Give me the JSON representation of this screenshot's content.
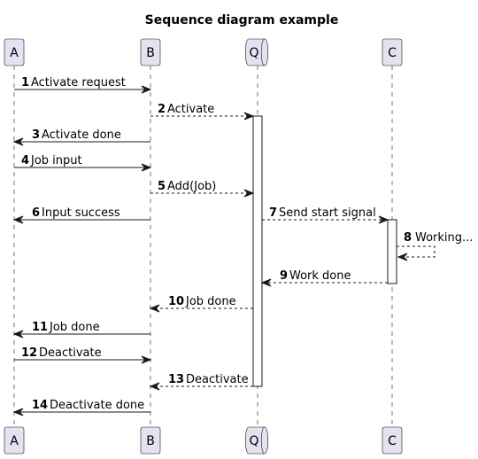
{
  "diagram": {
    "title": "Sequence diagram example",
    "participants": [
      {
        "id": "A",
        "label": "A",
        "shape": "box"
      },
      {
        "id": "B",
        "label": "B",
        "shape": "box"
      },
      {
        "id": "Q",
        "label": "Q",
        "shape": "queue"
      },
      {
        "id": "C",
        "label": "C",
        "shape": "box"
      }
    ],
    "messages": [
      {
        "number": "1",
        "text": "Activate request",
        "from": "A",
        "to": "B",
        "style": "solid"
      },
      {
        "number": "2",
        "text": "Activate",
        "from": "B",
        "to": "Q",
        "style": "dashed"
      },
      {
        "number": "3",
        "text": "Activate done",
        "from": "B",
        "to": "A",
        "style": "solid"
      },
      {
        "number": "4",
        "text": "Job input",
        "from": "A",
        "to": "B",
        "style": "solid"
      },
      {
        "number": "5",
        "text": "Add(Job)",
        "from": "B",
        "to": "Q",
        "style": "dashed"
      },
      {
        "number": "6",
        "text": "Input success",
        "from": "B",
        "to": "A",
        "style": "solid"
      },
      {
        "number": "7",
        "text": "Send start signal",
        "from": "Q",
        "to": "C",
        "style": "dashed"
      },
      {
        "number": "8",
        "text": "Working...",
        "from": "C",
        "to": "C",
        "style": "dashed"
      },
      {
        "number": "9",
        "text": "Work done",
        "from": "C",
        "to": "Q",
        "style": "dashed"
      },
      {
        "number": "10",
        "text": "Job done",
        "from": "Q",
        "to": "B",
        "style": "dashed"
      },
      {
        "number": "11",
        "text": "Job done",
        "from": "B",
        "to": "A",
        "style": "solid"
      },
      {
        "number": "12",
        "text": "Deactivate",
        "from": "A",
        "to": "B",
        "style": "solid"
      },
      {
        "number": "13",
        "text": "Deactivate",
        "from": "Q",
        "to": "B",
        "style": "dashed"
      },
      {
        "number": "14",
        "text": "Deactivate done",
        "from": "B",
        "to": "A",
        "style": "solid"
      }
    ],
    "colors": {
      "participant_fill": "#E2E2F0",
      "line": "#181818",
      "activation_fill": "#FFFFFF",
      "background": "#FFFFFF"
    }
  }
}
